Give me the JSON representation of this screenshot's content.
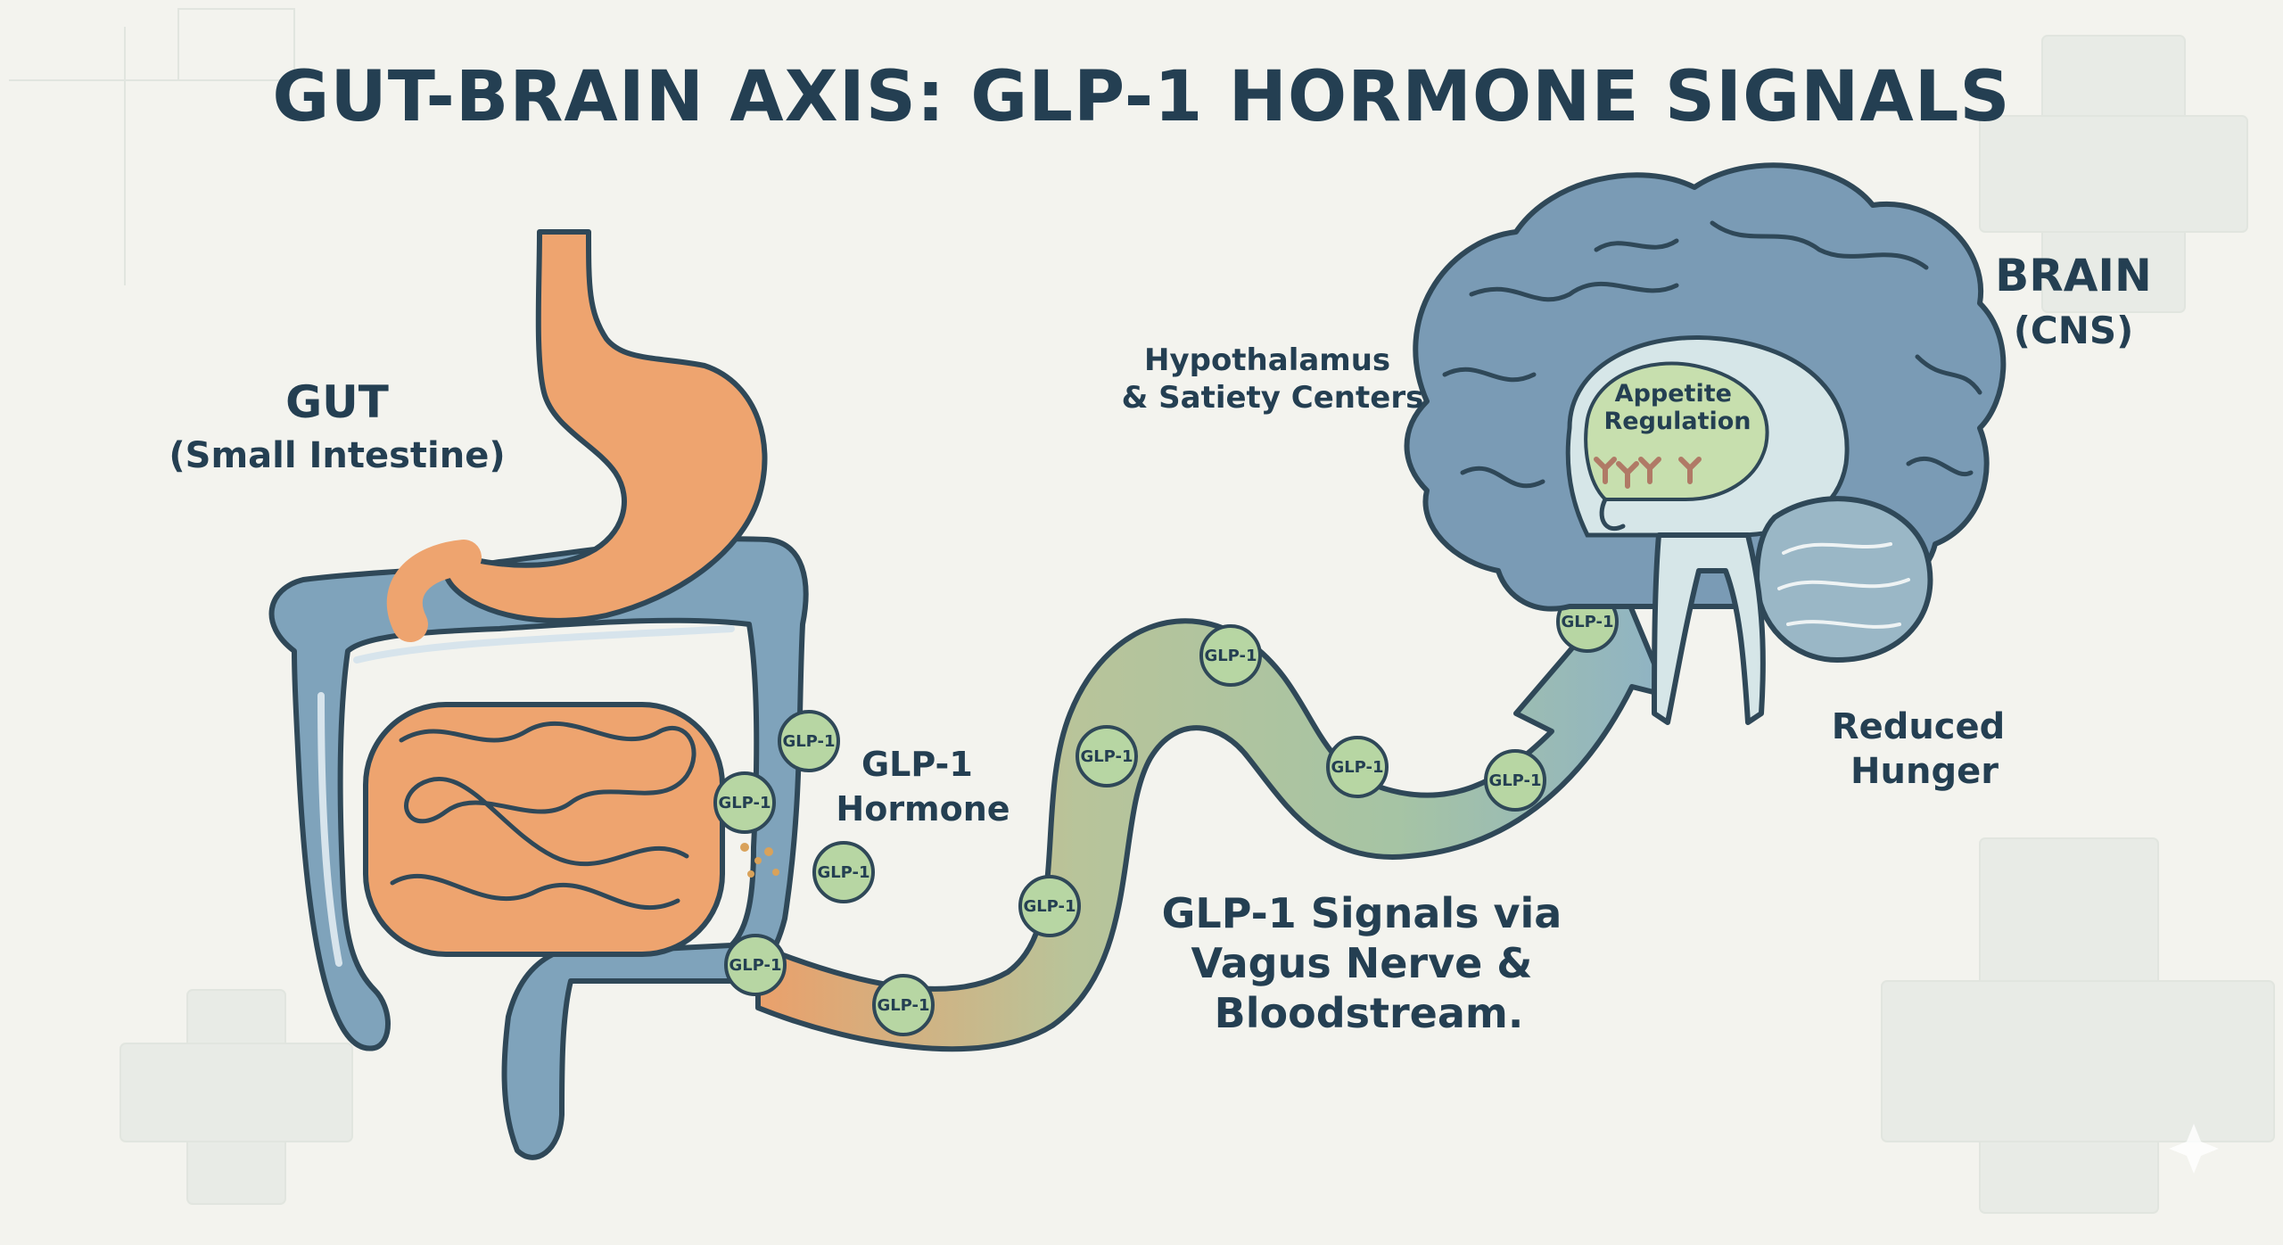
{
  "title": "GUT-BRAIN AXIS: GLP-1 HORMONE SIGNALS",
  "gut": {
    "label": "GUT",
    "sublabel": "(Small Intestine)"
  },
  "glp1_hormone": {
    "line1": "GLP-1",
    "line2": "Hormone"
  },
  "brain": {
    "label": "BRAIN",
    "sublabel": "(CNS)"
  },
  "hypothalamus": {
    "line1": "Hypothalamus",
    "line2": "& Satiety Centers"
  },
  "appetite": {
    "line1": "Appetite",
    "line2": "Regulation"
  },
  "reduced_hunger": {
    "line1": "Reduced",
    "line2": "Hunger"
  },
  "signals": {
    "line1": "GLP-1 Signals via",
    "line2": "Vagus Nerve &",
    "line3": "Bloodstream."
  },
  "badge_label": "GLP-1",
  "colors": {
    "background": "#f3f3ee",
    "text": "#243f52",
    "stomach": "#eea46f",
    "colon": "#7fa3bb",
    "brain": "#7a9bb5",
    "pathway_start": "#e8a06c",
    "pathway_end": "#8fb3c0",
    "badge": "#b7d6a3",
    "hypothalamus": "#c7dfae"
  }
}
